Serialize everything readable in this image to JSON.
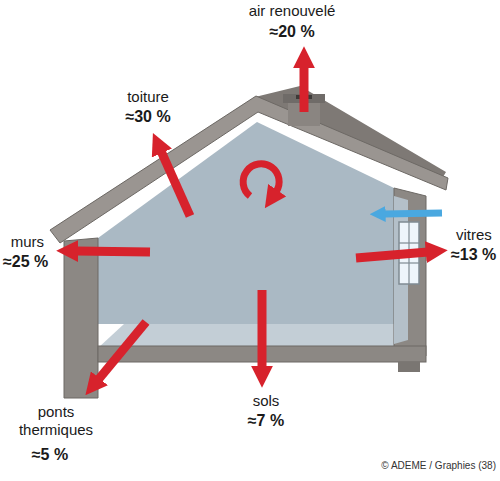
{
  "diagram": {
    "labels": [
      "air renouvelé",
      "≈20 %",
      "toiture",
      "≈30 %",
      "murs",
      "≈25 %",
      "vitres",
      "≈13 %",
      "sols",
      "≈7 %",
      "ponts thermiques",
      "≈5 %",
      "© ADEME / Graphies (38)"
    ]
  }
}
